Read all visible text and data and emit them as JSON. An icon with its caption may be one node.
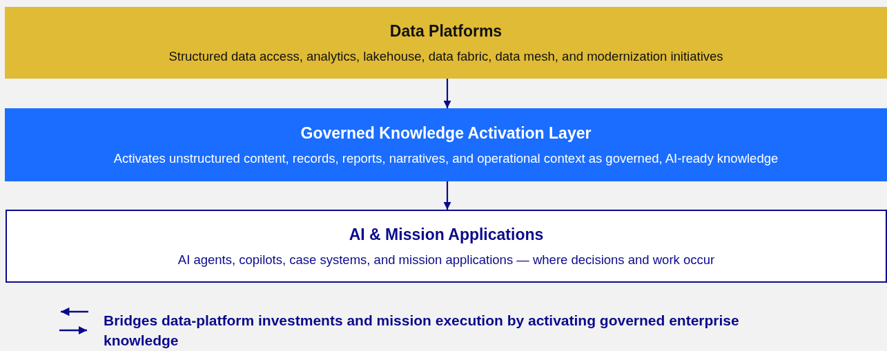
{
  "diagram": {
    "nodes": [
      {
        "text": [
          "Data Platforms",
          "Structured data access, analytics, lakehouse, data fabric, data mesh, and modernization initiatives"
        ]
      },
      {
        "text": [
          "Governed Knowledge Activation Layer",
          "Activates unstructured content, records, reports, narratives, and operational context as governed, AI-ready knowledge"
        ]
      },
      {
        "text": [
          "AI & Mission Applications",
          "AI agents, copilots, case systems, and mission applications — where decisions and work occur"
        ]
      }
    ],
    "edges": [
      {
        "from": 0,
        "to": 1,
        "arrow": "to"
      },
      {
        "from": 1,
        "to": 2,
        "arrow": "to"
      }
    ],
    "labels": [
      "Bridges data-platform investments and mission execution by activating governed enterprise knowledge"
    ]
  }
}
